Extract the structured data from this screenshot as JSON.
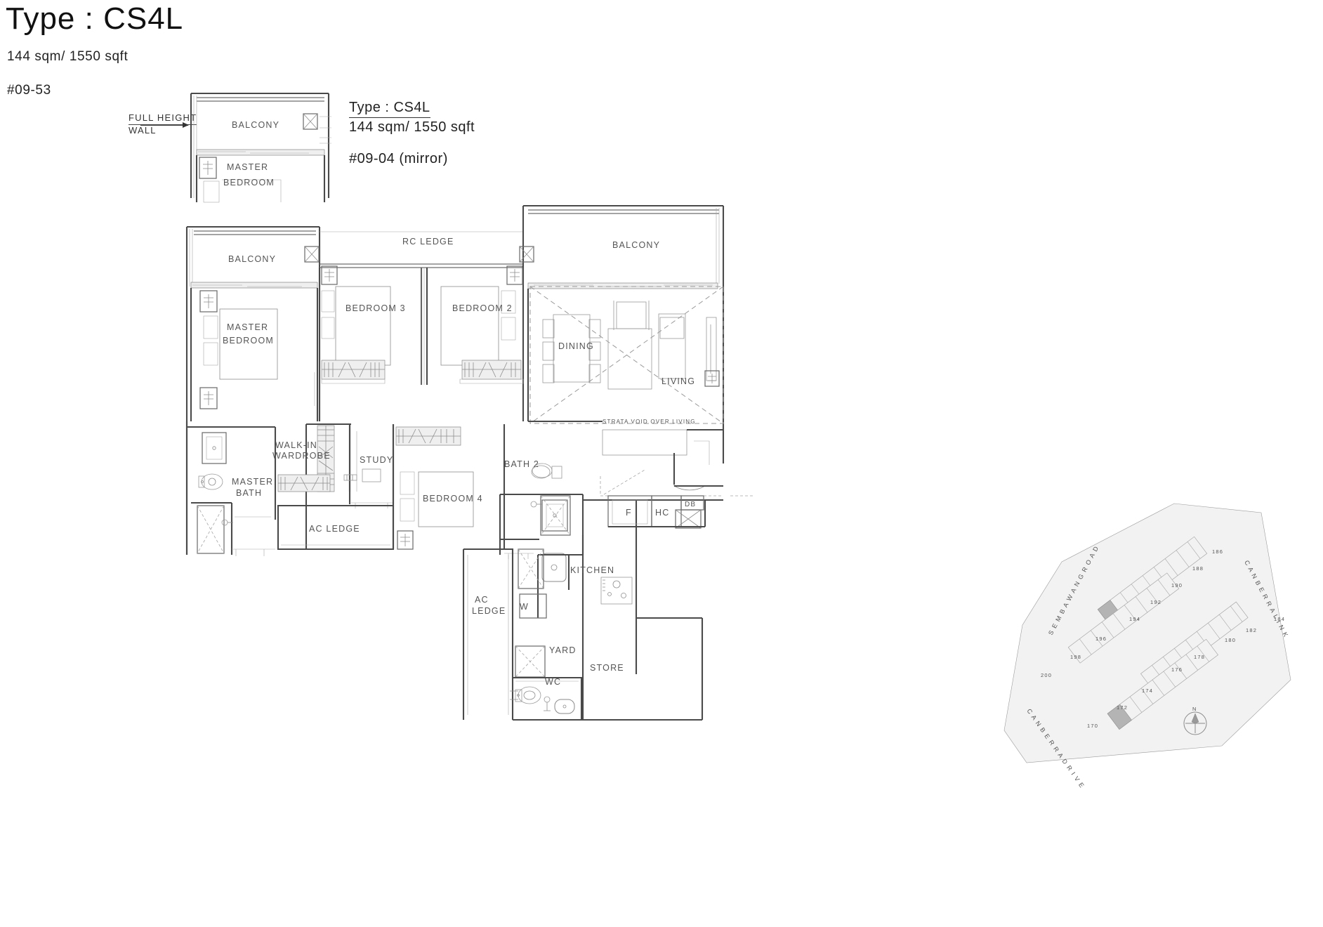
{
  "header": {
    "title": "Type : CS4L",
    "area": "144 sqm/ 1550 sqft",
    "unit": "#09-53"
  },
  "title_block": {
    "type": "Type : CS4L",
    "area": "144 sqm/ 1550 sqft",
    "unit_mirror": "#09-04  (mirror)"
  },
  "annotation": {
    "full_height_wall_line1": "FULL  HEIGHT",
    "full_height_wall_line2": "WALL"
  },
  "inset_plan": {
    "rooms": [
      {
        "name": "balcony",
        "label": "BALCONY"
      },
      {
        "name": "master-bedroom-line1",
        "label": "MASTER"
      },
      {
        "name": "master-bedroom-line2",
        "label": "BEDROOM"
      }
    ]
  },
  "main_plan": {
    "rooms": [
      {
        "name": "balcony-left",
        "label": "BALCONY"
      },
      {
        "name": "balcony-right",
        "label": "BALCONY"
      },
      {
        "name": "rc-ledge",
        "label": "RC  LEDGE"
      },
      {
        "name": "master-bedroom-l1",
        "label": "MASTER"
      },
      {
        "name": "master-bedroom-l2",
        "label": "BEDROOM"
      },
      {
        "name": "bedroom-3",
        "label": "BEDROOM  3"
      },
      {
        "name": "bedroom-2",
        "label": "BEDROOM  2"
      },
      {
        "name": "dining",
        "label": "DINING"
      },
      {
        "name": "living",
        "label": "LIVING"
      },
      {
        "name": "walk-in-wardrobe-l1",
        "label": "WALK-IN"
      },
      {
        "name": "walk-in-wardrobe-l2",
        "label": "WARDROBE"
      },
      {
        "name": "study",
        "label": "STUDY"
      },
      {
        "name": "master-bath-l1",
        "label": "MASTER"
      },
      {
        "name": "master-bath-l2",
        "label": "BATH"
      },
      {
        "name": "bedroom-4",
        "label": "BEDROOM  4"
      },
      {
        "name": "bath-2",
        "label": "BATH  2"
      },
      {
        "name": "ac-ledge-mid",
        "label": "AC  LEDGE"
      },
      {
        "name": "ac-ledge-low-l1",
        "label": "AC"
      },
      {
        "name": "ac-ledge-low-l2",
        "label": "LEDGE"
      },
      {
        "name": "kitchen",
        "label": "KITCHEN"
      },
      {
        "name": "yard",
        "label": "YARD"
      },
      {
        "name": "store",
        "label": "STORE"
      },
      {
        "name": "wc",
        "label": "WC"
      }
    ],
    "appliances": [
      {
        "name": "fridge",
        "label": "F"
      },
      {
        "name": "household-shelter",
        "label": "HC"
      },
      {
        "name": "distribution-board",
        "label": "DB"
      },
      {
        "name": "washer",
        "label": "W"
      }
    ],
    "notes": [
      {
        "name": "strata-void-note",
        "label": "STRATA  VOID  OVER  LIVING"
      }
    ]
  },
  "site_plan": {
    "roads": [
      {
        "name": "sembawang-road",
        "label": "S E M B A W A N G   R O A D"
      },
      {
        "name": "canberra-link",
        "label": "C A N B E R R A   L I N K"
      },
      {
        "name": "canberra-drive",
        "label": "C A N B E R R A   D R I V E"
      }
    ],
    "blocks": [
      "200",
      "198",
      "196",
      "194",
      "192",
      "190",
      "188",
      "186",
      "184",
      "182",
      "180",
      "178",
      "176",
      "174",
      "172",
      "170"
    ],
    "compass": "N"
  },
  "colors": {
    "wall": "#4a4a4a",
    "fixture": "#9a9a9a",
    "label_text": "#555555",
    "title_text": "#111111",
    "site_fill": "#f2f2f2",
    "highlight_block": "#b4b4b4"
  }
}
